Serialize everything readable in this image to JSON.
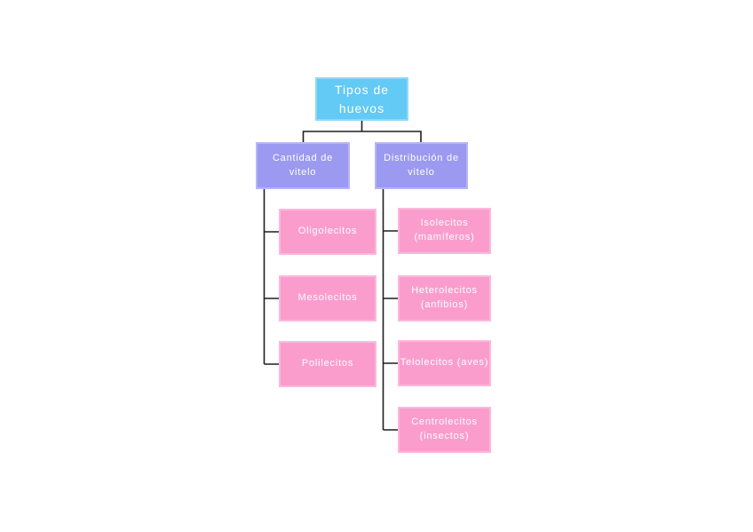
{
  "diagram": {
    "root": {
      "label": "Tipos de\nhuevos"
    },
    "branches": [
      {
        "label": "Cantidad de\nvitelo",
        "children": [
          {
            "label": "Oligolecitos"
          },
          {
            "label": "Mesolecitos"
          },
          {
            "label": "Polilecitos"
          }
        ]
      },
      {
        "label": "Distribución de\nvitelo",
        "children": [
          {
            "label": "Isolecitos\n(mamíferos)"
          },
          {
            "label": "Heterolecitos\n(anfibios)"
          },
          {
            "label": "Telolecitos (aves)"
          },
          {
            "label": "Centrolecitos\n(insectos)"
          }
        ]
      }
    ],
    "colors": {
      "root_fill": "#63C9F5",
      "branch_fill": "#9B9AF0",
      "leaf_fill": "#FA9DCD",
      "connector": "#1F1F1F",
      "text": "#FFFFFF",
      "background": "#FFFFFF"
    }
  }
}
